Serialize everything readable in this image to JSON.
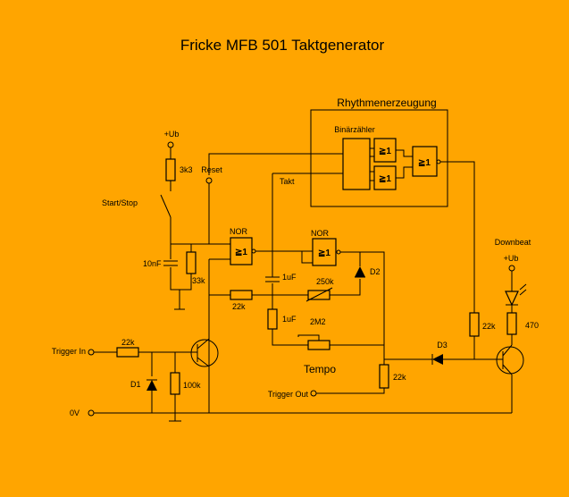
{
  "title": "Fricke MFB 501 Taktgenerator",
  "labels": {
    "rhythm_block": "Rhythmenerzeugung",
    "binary_counter": "Binärzähler",
    "or_gate": "≧1",
    "ub_left": "+Ub",
    "ub_right": "+Ub",
    "r_3k3": "3k3",
    "reset": "Reset",
    "takt": "Takt",
    "start_stop": "Start/Stop",
    "nor1": "NOR",
    "nor2": "NOR",
    "c_10nf": "10nF",
    "r_33k": "33k",
    "c_1uf_a": "1uF",
    "r_250k": "250k",
    "d2": "D2",
    "r_22k_mid": "22k",
    "c_1uf_b": "1uF",
    "r_2m2": "2M2",
    "tempo": "Tempo",
    "downbeat": "Downbeat",
    "r_470": "470",
    "r_22k_right": "22k",
    "d3": "D3",
    "trigger_in": "Trigger In",
    "r_22k_in": "22k",
    "d1": "D1",
    "r_100k": "100k",
    "trigger_out": "Trigger Out",
    "r_22k_out": "22k",
    "zero_v": "0V"
  }
}
